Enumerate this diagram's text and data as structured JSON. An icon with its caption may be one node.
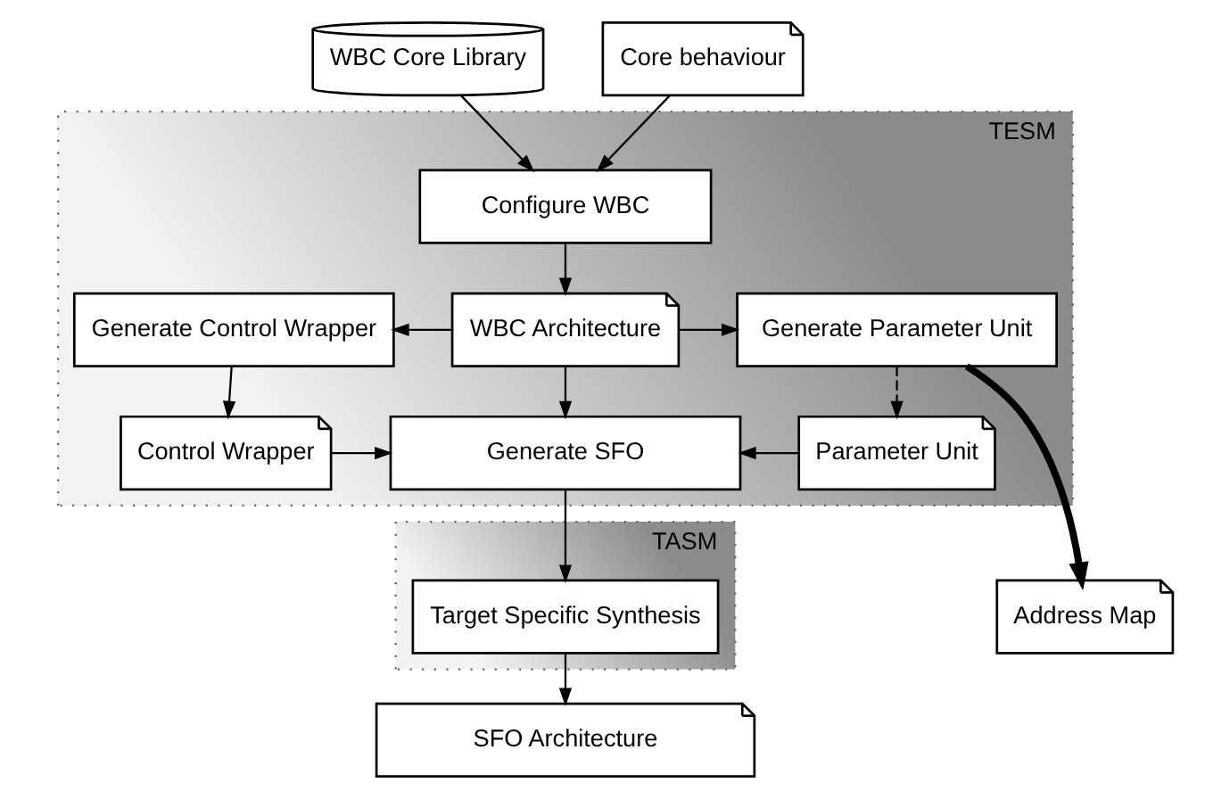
{
  "diagram": {
    "nodes": [
      {
        "text": [
          "WBC Core Library"
        ]
      },
      {
        "text": [
          "Core behaviour"
        ]
      },
      {
        "text": [
          "TESM"
        ]
      },
      {
        "text": [
          "Configure WBC"
        ],
        "in": 2
      },
      {
        "text": [
          "WBC Architecture"
        ],
        "in": 2
      },
      {
        "text": [
          "Generate Control Wrapper"
        ],
        "in": 2
      },
      {
        "text": [
          "Generate Parameter Unit"
        ],
        "in": 2
      },
      {
        "text": [
          "Control Wrapper"
        ],
        "in": 2
      },
      {
        "text": [
          "Generate SFO"
        ],
        "in": 2
      },
      {
        "text": [
          "Parameter Unit"
        ],
        "in": 2
      },
      {
        "text": [
          "TASM"
        ]
      },
      {
        "text": [
          "Target Specific Synthesis"
        ],
        "in": 10
      },
      {
        "text": [
          "Address Map"
        ]
      },
      {
        "text": [
          "SFO Architecture"
        ]
      }
    ],
    "edges": [
      {
        "from": 0,
        "to": 3,
        "arrow": "to"
      },
      {
        "from": 1,
        "to": 3,
        "arrow": "to"
      },
      {
        "from": 3,
        "to": 4,
        "arrow": "to"
      },
      {
        "from": 4,
        "to": 5,
        "arrow": "to"
      },
      {
        "from": 4,
        "to": 6,
        "arrow": "to"
      },
      {
        "from": 4,
        "to": 8,
        "arrow": "to"
      },
      {
        "from": 5,
        "to": 7,
        "arrow": "to"
      },
      {
        "from": 6,
        "to": 9,
        "arrow": "to",
        "style": "dashed"
      },
      {
        "from": 7,
        "to": 8,
        "arrow": "to"
      },
      {
        "from": 9,
        "to": 8,
        "arrow": "to"
      },
      {
        "from": 6,
        "to": 12,
        "arrow": "to",
        "style": "thick"
      },
      {
        "from": 8,
        "to": 11,
        "arrow": "to"
      },
      {
        "from": 11,
        "to": 13,
        "arrow": "to"
      }
    ]
  }
}
